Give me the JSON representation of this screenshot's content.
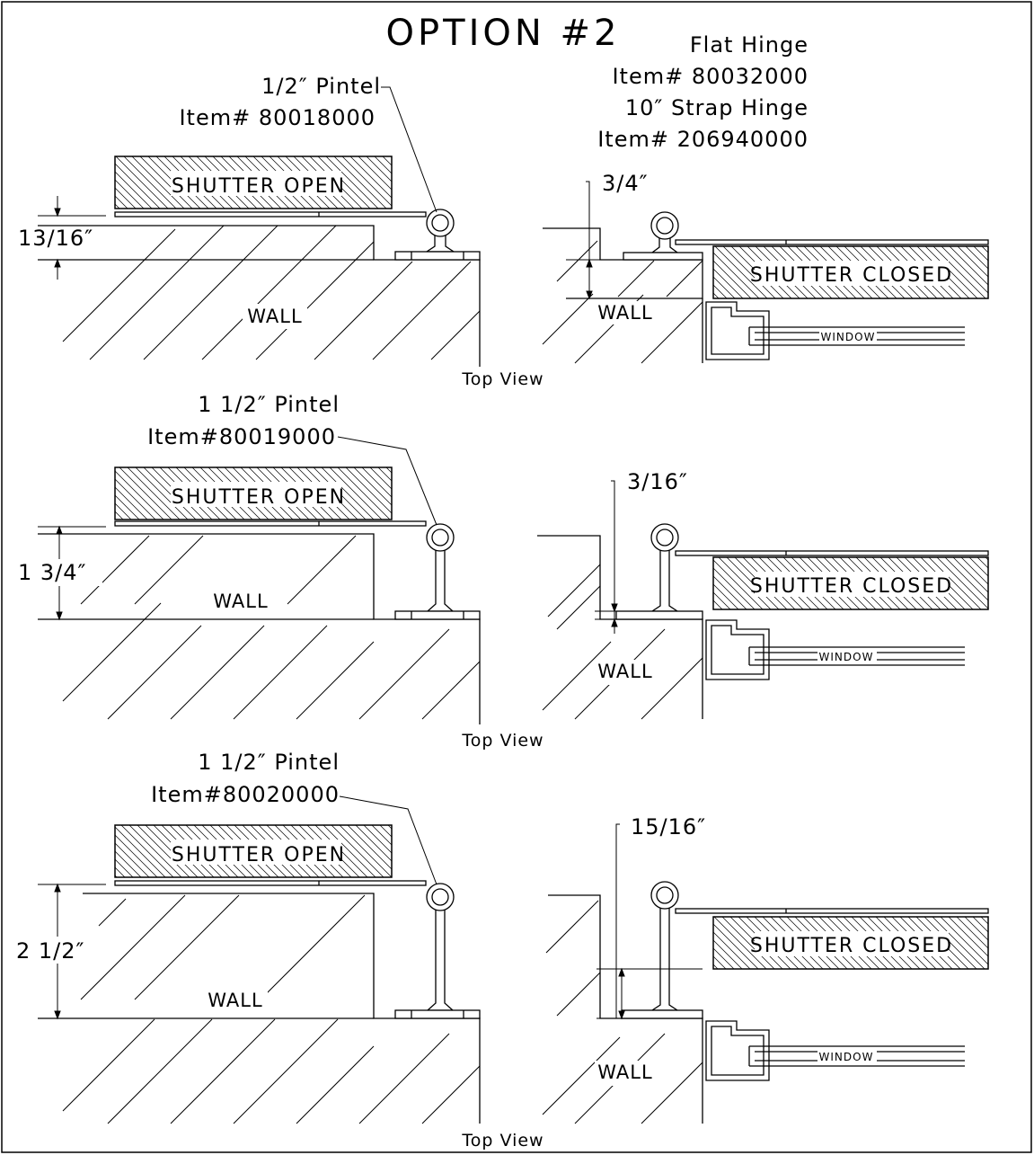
{
  "title": "OPTION #2",
  "header": {
    "flat_hinge": "Flat Hinge",
    "flat_hinge_item": "Item# 80032000",
    "strap_hinge": "10″ Strap Hinge",
    "strap_hinge_item": "Item# 206940000"
  },
  "rows": [
    {
      "pintel": "1/2″ Pintel",
      "pintel_item": "Item# 80018000",
      "open_dim": "13/16″",
      "closed_dim": "3/4″",
      "shutter_open": "SHUTTER OPEN",
      "shutter_closed": "SHUTTER CLOSED",
      "wall": "WALL",
      "window": "WINDOW",
      "caption": "Top View"
    },
    {
      "pintel": "1 1/2″ Pintel",
      "pintel_item": "Item#80019000",
      "open_dim": "1 3/4″",
      "closed_dim": "3/16″",
      "shutter_open": "SHUTTER OPEN",
      "shutter_closed": "SHUTTER CLOSED",
      "wall": "WALL",
      "window": "WINDOW",
      "caption": "Top View"
    },
    {
      "pintel": "1 1/2″ Pintel",
      "pintel_item": "Item#80020000",
      "open_dim": "2 1/2″",
      "closed_dim": "15/16″",
      "shutter_open": "SHUTTER OPEN",
      "shutter_closed": "SHUTTER CLOSED",
      "wall": "WALL",
      "window": "WINDOW",
      "caption": "Top View"
    }
  ]
}
